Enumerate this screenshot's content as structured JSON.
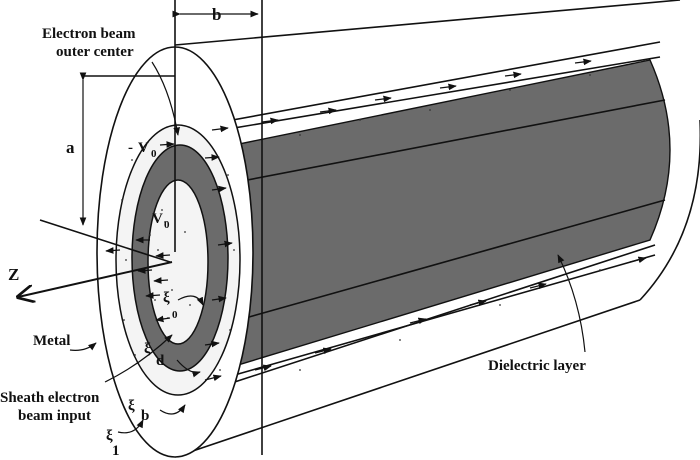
{
  "labels": {
    "electron_beam_outer_center": [
      "Electron beam",
      "outer center"
    ],
    "dim_b": "b",
    "dim_a": "a",
    "v0_outer": "V",
    "v0_outer_sign": "-",
    "v0_outer_sub": "0",
    "v0_inner": "V",
    "v0_inner_sub": "0",
    "axis_z": "Z",
    "xi0": "ξ",
    "xi0_sub": "0",
    "xi_sym": "ξ",
    "d": "d",
    "metal": "Metal",
    "sheath_input": [
      "Sheath electron",
      "beam input"
    ],
    "xib": "ξ",
    "xib_sub": "b",
    "xi1": "ξ",
    "xi1_sub": "1",
    "dielectric": "Dielectric layer"
  },
  "colors": {
    "line": "#111111",
    "dielectric_fill": "#6b6b6b",
    "beam_fill": "#f4f4f4",
    "background": "#ffffff"
  }
}
